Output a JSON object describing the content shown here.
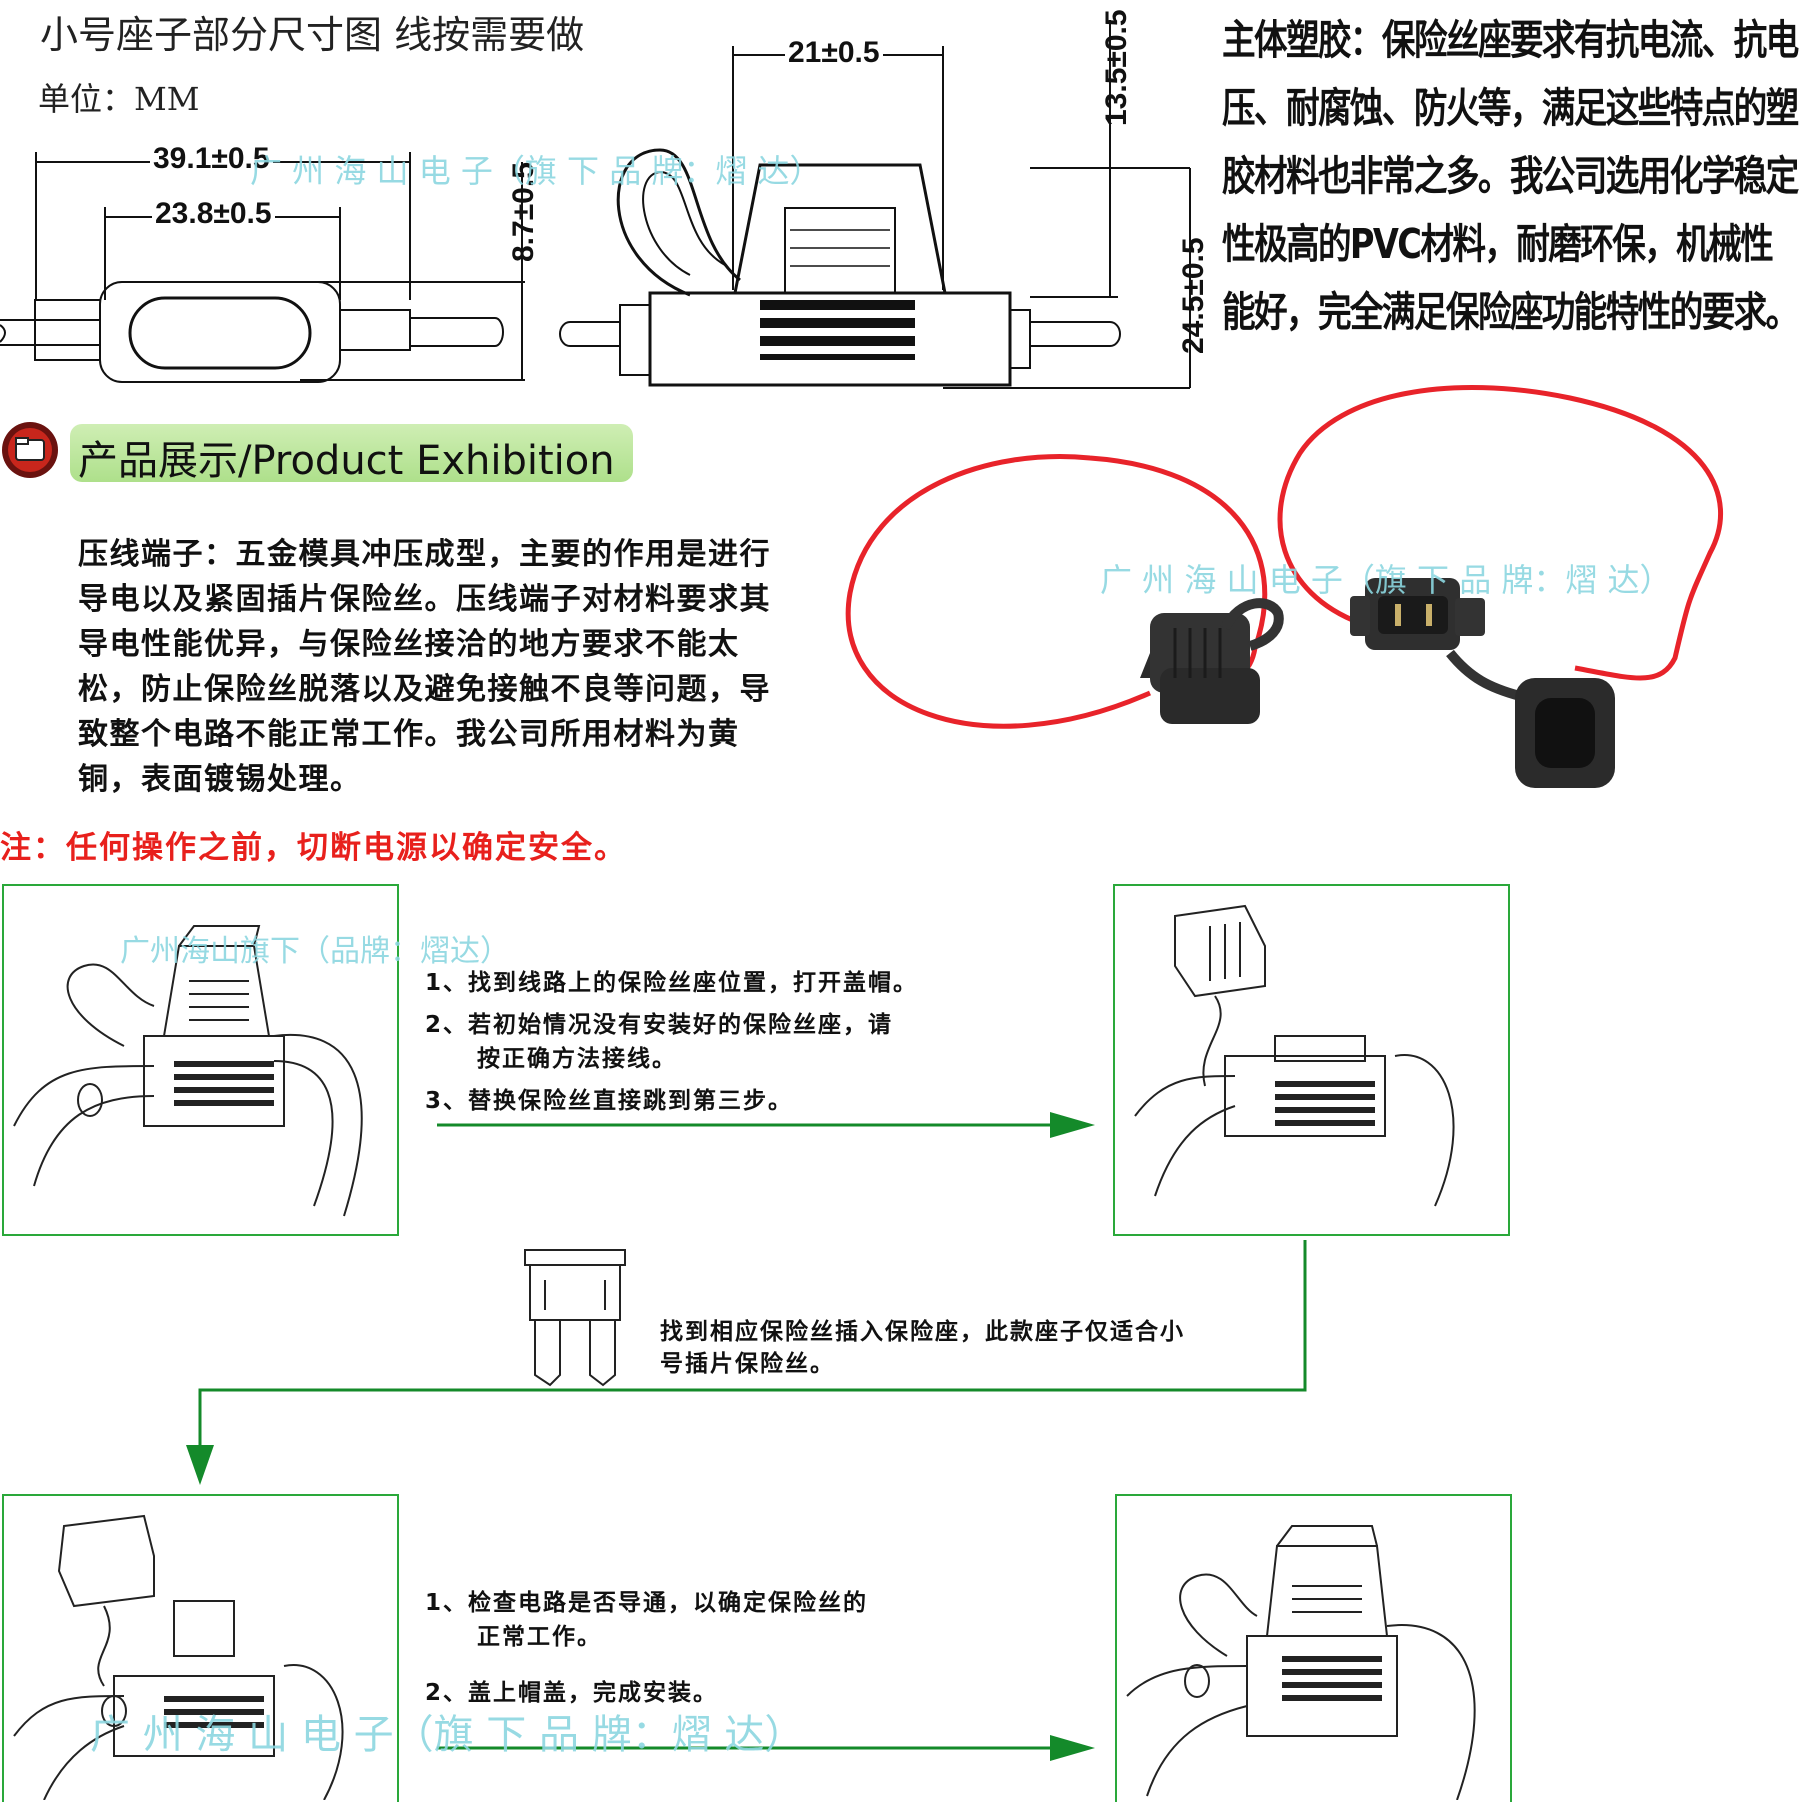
{
  "header": {
    "title": "小号座子部分尺寸图 线按需要做",
    "unit": "单位：MM"
  },
  "dimensions": {
    "d39": "39.1±0.5",
    "d23": "23.8±0.5",
    "d87": "8.7±0.5",
    "d21": "21±0.5",
    "d135": "13.5±0.5",
    "d245": "24.5±0.5"
  },
  "plastic_text": "主体塑胶：保险丝座要求有抗电流、抗电压、耐腐蚀、防火等，满足这些特点的塑胶材料也非常之多。我公司选用化学稳定性极高的PVC材料，耐磨环保，机械性能好，完全满足保险座功能特性的要求。",
  "section": {
    "title": "产品展示/Product  Exhibition"
  },
  "terminal_text": "压线端子：五金模具冲压成型，主要的作用是进行导电以及紧固插片保险丝。压线端子对材料要求其导电性能优异，与保险丝接洽的地方要求不能太松，防止保险丝脱落以及避免接触不良等问题，导致整个电路不能正常工作。我公司所用材料为黄铜，表面镀锡处理。",
  "note": "注：任何操作之前，切断电源以确定安全。",
  "steps_a": {
    "s1": "1、找到线路上的保险丝座位置，打开盖帽。",
    "s2a": "2、若初始情况没有安装好的保险丝座，请",
    "s2b": "按正确方法接线。",
    "s3": "3、替换保险丝直接跳到第三步。"
  },
  "steps_b": {
    "t1": "找到相应保险丝插入保险座，此款座子仅适合小",
    "t2": "号插片保险丝。"
  },
  "steps_c": {
    "c1a": "1、检查电路是否导通，以确定保险丝的",
    "c1b": "正常工作。",
    "c2": "2、盖上帽盖，完成安装。"
  },
  "watermarks": {
    "w1": "广 州 海 山 电 子（旗 下 品 牌：熠 达）",
    "w2": "广 州 海 山 电 子（旗 下 品 牌：熠 达）",
    "w3": "广州海山旗下（品牌：熠达）",
    "w4": "广  州  海  山  电  子（旗  下  品  牌：熠  达）"
  },
  "colors": {
    "frame": "#2aa83a",
    "arrow": "#148a2a",
    "note": "#e8201c",
    "wire": "#e8232a",
    "watermark": "#8cd7e0"
  }
}
